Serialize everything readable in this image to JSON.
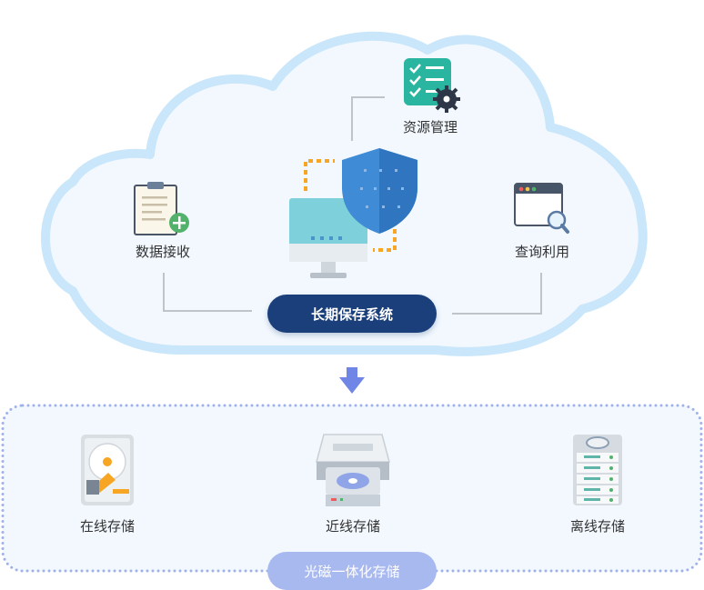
{
  "colors": {
    "cloud_fill": "#f2f8fe",
    "cloud_border": "#c9e6fa",
    "system_pill": "#1b3f7b",
    "optical_pill": "#a8b9f0",
    "arrow": "#6f86e6",
    "dotted_border": "#9fb1ea",
    "connector": "#bfc4ca",
    "shield": "#3f8bd6",
    "accent_orange": "#f6a623",
    "teal": "#2ab5a0"
  },
  "cloud": {
    "resource_management": "资源管理",
    "data_receiving": "数据接收",
    "query_utilization": "查询利用",
    "system_label": "长期保存系统"
  },
  "storage": {
    "online": "在线存储",
    "nearline": "近线存储",
    "offline": "离线存储",
    "optical_label": "光磁一体化存储"
  },
  "icons": {
    "resource": "checklist-gear-icon",
    "receiving": "clipboard-add-icon",
    "query": "browser-search-icon",
    "system": "monitor-shield-icon",
    "online": "hard-disk-icon",
    "nearline": "optical-drive-icon",
    "offline": "server-rack-icon",
    "arrow": "arrow-down-icon"
  }
}
